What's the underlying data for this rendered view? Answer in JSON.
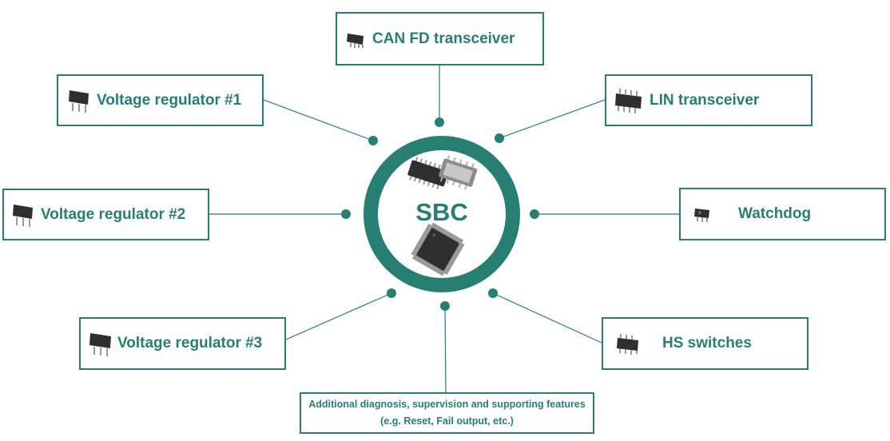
{
  "center": {
    "label": "SBC",
    "icons": [
      "sbc-chip-icon",
      "sbc-qfp-chip-icon"
    ]
  },
  "features": {
    "can_fd": "CAN FD transceiver",
    "lin": "LIN transceiver",
    "vreg1": "Voltage regulator #1",
    "vreg2": "Voltage regulator #2",
    "vreg3": "Voltage regulator #3",
    "watchdog": "Watchdog",
    "hs_switches": "HS switches",
    "additional": "Additional diagnosis, supervision and supporting features (e.g. Reset, Fail output, etc.)"
  },
  "colors": {
    "accent": "#267f70",
    "chip": "#2f2f2f",
    "pin": "#9a9a9a"
  }
}
